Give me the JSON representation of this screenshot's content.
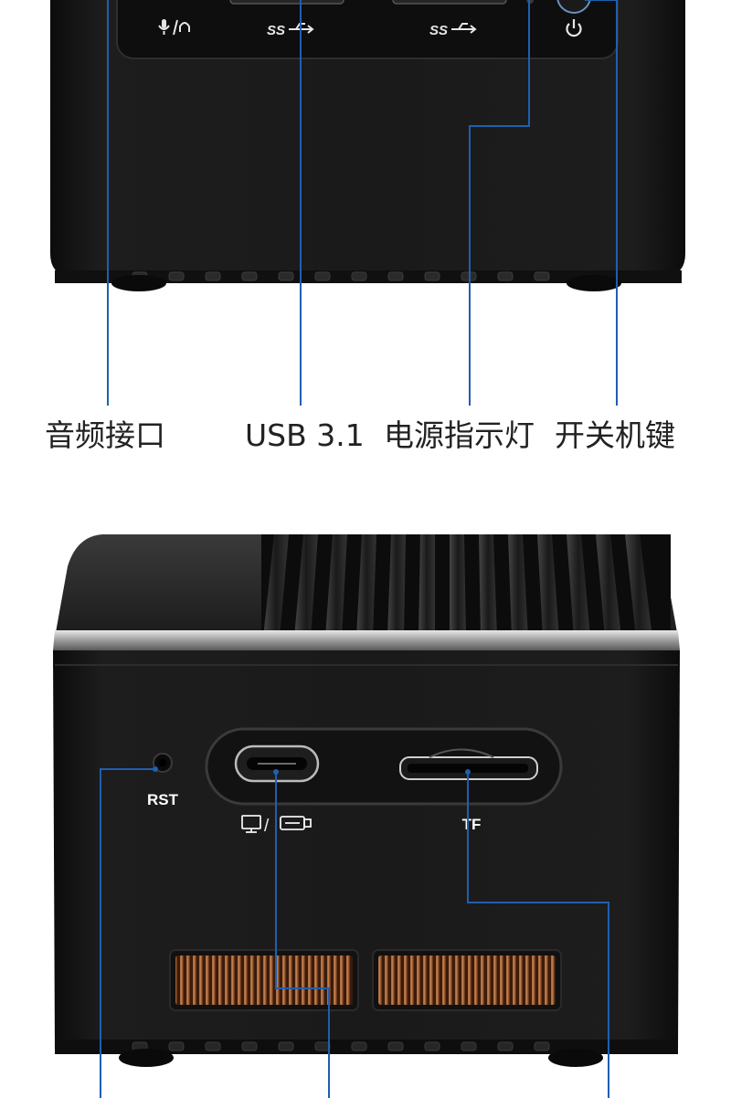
{
  "top_panel": {
    "port_icons": {
      "audio": "mic-headphone-icon",
      "usb_a": "superspeed-usb-icon",
      "power": "power-icon"
    },
    "ss_logo_text": "SS",
    "callouts": [
      {
        "label": "音频接口"
      },
      {
        "label": "USB 3.1"
      },
      {
        "label": "电源指示灯"
      },
      {
        "label": "开关机键"
      }
    ]
  },
  "bottom_panel": {
    "rst_label": "RST",
    "tf_label": "TF",
    "usbc_icons": {
      "display": "monitor-icon",
      "separator": "/",
      "storage": "usb-drive-icon"
    }
  },
  "colors": {
    "callout_line": "#1f5fb0",
    "device_body": "#151515",
    "vent_copper": "#8a4a25"
  }
}
